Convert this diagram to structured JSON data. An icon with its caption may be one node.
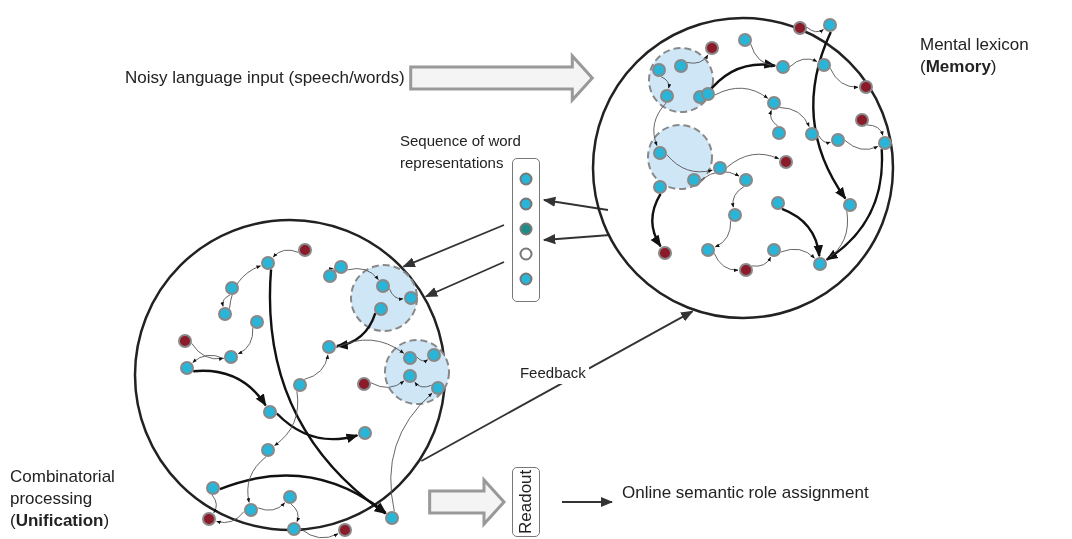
{
  "diagram": {
    "nodes": [
      {
        "text": [
          "Noisy language input (speech/words)"
        ]
      },
      {
        "text": [
          "Mental lexicon (**Memory**)"
        ]
      },
      {
        "text": [
          "Sequence of word representations"
        ]
      },
      {
        "text": [
          "Combinatorial processing (**Unification**)"
        ]
      },
      {
        "text": [
          "Readout"
        ]
      },
      {
        "text": [
          "Online semantic role assignment"
        ]
      }
    ],
    "edges": [
      {
        "from": 0,
        "to": 1,
        "arrow": "to",
        "style": "thick"
      },
      {
        "from": 1,
        "to": 2,
        "arrow": "to"
      },
      {
        "from": 1,
        "to": 2,
        "arrow": "to"
      },
      {
        "from": 2,
        "to": 3,
        "arrow": "to"
      },
      {
        "from": 2,
        "to": 3,
        "arrow": "to"
      },
      {
        "from": 3,
        "to": 1,
        "arrow": "to",
        "label": "Feedback"
      },
      {
        "from": 3,
        "to": 4,
        "arrow": "to",
        "style": "thick"
      },
      {
        "from": 4,
        "to": 5,
        "arrow": "to"
      }
    ]
  }
}
